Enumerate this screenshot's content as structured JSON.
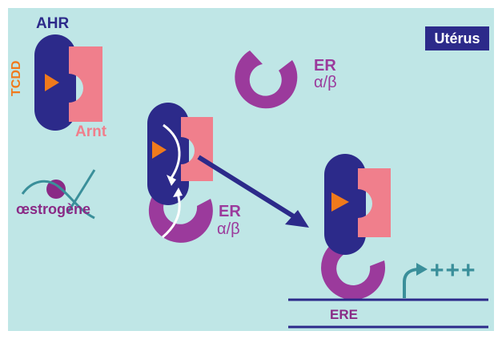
{
  "labels": {
    "ahr": "AHR",
    "tcdd": "TCDD",
    "arnt": "Arnt",
    "er_top": "ER",
    "er_top_sub": "α/β",
    "er_mid": "ER",
    "er_mid_sub": "α/β",
    "oestrogene": "œstrogène",
    "ere": "ERE",
    "activation": "+++",
    "uterus": "Utérus"
  },
  "colors": {
    "background": "#bfe6e6",
    "ahr": "#2c2a8a",
    "arnt": "#f07f8c",
    "tcdd": "#f07a1c",
    "er": "#9b3a9c",
    "arrow_dna": "#2c2a8a",
    "activation": "#3a8f9a",
    "oestrogene_ball": "#8a2a86"
  }
}
